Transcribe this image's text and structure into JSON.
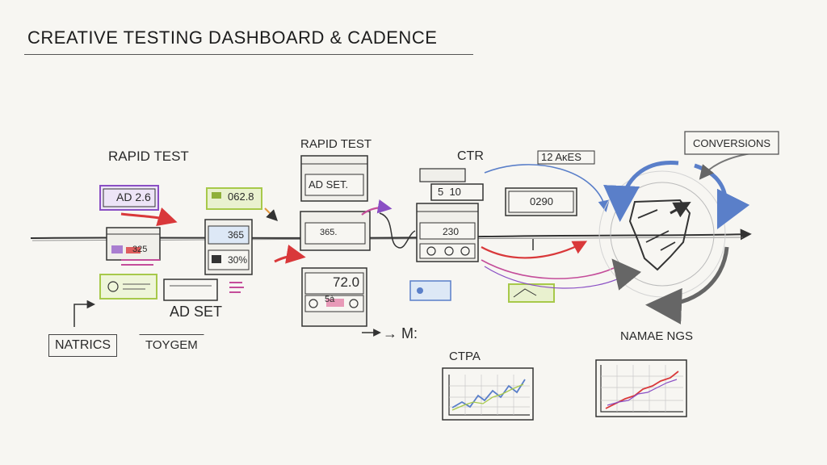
{
  "title": "CREATIVE TESTING DASHBOARD & CADENCE",
  "labels": {
    "rapid_test_1": "RAPID TEST",
    "rapid_test_2": "RAPID TEST",
    "ctr": "CTR",
    "conversions": "CONVERSIONS",
    "natrics": "NATRICS",
    "toygem": "TOYGEM",
    "ad_set_1": "AD SET",
    "ad_set_2": "AD SET.",
    "arrow_m": "→ M:",
    "ctpa": "CTPA",
    "namae_ngs": "NAMAE NGS",
    "label_12_aktes": "12 AĸES"
  },
  "card_values": {
    "ad_2_6": "AD 2.6",
    "v_062_8": "062.8",
    "v_365": "365",
    "v_30pct": "30%",
    "v_325": "325",
    "v_365_2": "365.",
    "v_72_0": "72.0",
    "v_5_10": "5  10",
    "v_230": "230",
    "v_0290": "0290",
    "v_5d": "5à"
  },
  "colors": {
    "ink": "#2f2f2f",
    "purple": "#8a4fc4",
    "green": "#a7c94a",
    "red": "#d9383a",
    "blue": "#5a7fc9",
    "orange": "#e0943a",
    "magenta": "#c44d9a",
    "paper": "#f7f6f2"
  }
}
